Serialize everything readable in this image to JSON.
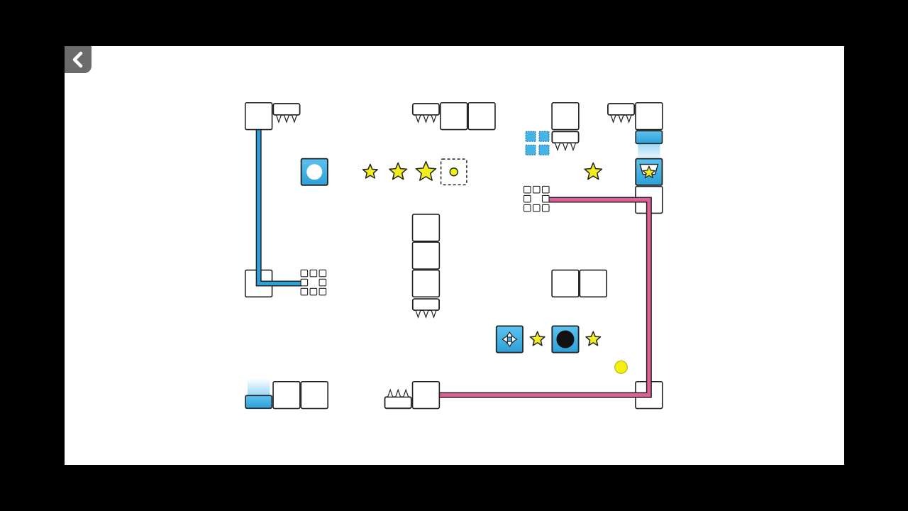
{
  "app": {
    "name": "puzzle-platformer-level"
  },
  "colors": {
    "background_frame": "#000000",
    "stage": "#ffffff",
    "back_button": "#6b6b6b",
    "block_fill": "#ffffff",
    "outline": "#222222",
    "blue_switch": "#2e9fd8",
    "blue_light": "#8fd3f4",
    "pink_wire": "#e0609a",
    "star_fill": "#f2ee1d",
    "ball_fill": "#f3ef0f"
  },
  "controls": {
    "back": {
      "icon": "chevron-left-icon"
    }
  },
  "level": {
    "solid_blocks": [
      {
        "col": 0,
        "row": 0
      },
      {
        "col": 7,
        "row": 0
      },
      {
        "col": 8,
        "row": 0
      },
      {
        "col": 11,
        "row": 0
      },
      {
        "col": 14,
        "row": 0
      },
      {
        "col": 6,
        "row": 4
      },
      {
        "col": 6,
        "row": 5
      },
      {
        "col": 6,
        "row": 6
      },
      {
        "col": 11,
        "row": 6
      },
      {
        "col": 12,
        "row": 6
      },
      {
        "col": 1,
        "row": 10
      },
      {
        "col": 2,
        "row": 10
      },
      {
        "col": 6,
        "row": 10
      }
    ],
    "wire_anchor_blocks": [
      {
        "col": 0,
        "row": 6
      },
      {
        "col": 14,
        "row": 3
      },
      {
        "col": 14,
        "row": 10
      }
    ],
    "spike_blocks": [
      {
        "col": 1,
        "row": 0,
        "dir": "down"
      },
      {
        "col": 6,
        "row": 0,
        "dir": "down"
      },
      {
        "col": 11,
        "row": 1,
        "dir": "down"
      },
      {
        "col": 13,
        "row": 0,
        "dir": "down"
      },
      {
        "col": 6,
        "row": 7,
        "dir": "down"
      },
      {
        "col": 5,
        "row": 10,
        "dir": "up"
      }
    ],
    "stars": [
      {
        "col": 4,
        "row": 2,
        "size": 0.55
      },
      {
        "col": 5,
        "row": 2,
        "size": 0.65
      },
      {
        "col": 6,
        "row": 2,
        "size": 0.75
      },
      {
        "col": 12,
        "row": 2,
        "size": 0.65
      },
      {
        "col": 10,
        "row": 8,
        "size": 0.55
      },
      {
        "col": 12,
        "row": 8,
        "size": 0.55
      }
    ],
    "player_ball": {
      "col": 13,
      "row": 9,
      "size": 0.45
    },
    "coin_slot": {
      "col": 7,
      "row": 2
    },
    "blue_blocks": [
      {
        "col": 2,
        "row": 2,
        "kind": "white-orb",
        "icon": "white-orb-icon"
      },
      {
        "col": 9,
        "row": 8,
        "kind": "four-way-arrows",
        "icon": "four-arrows-icon"
      },
      {
        "col": 11,
        "row": 8,
        "kind": "black-hole",
        "icon": "black-hole-icon"
      },
      {
        "col": 14,
        "row": 2,
        "kind": "star-goal",
        "icon": "star-goal-icon"
      }
    ],
    "bounce_pads": [
      {
        "col": 14,
        "row": 1,
        "glow": "down"
      },
      {
        "col": 0,
        "row": 10,
        "glow": "up"
      }
    ],
    "dotted_blue_cluster": {
      "col": 10,
      "row": 1
    },
    "grid_switches": [
      {
        "col": 2,
        "row": 6
      },
      {
        "col": 10,
        "row": 3
      }
    ],
    "wires": [
      {
        "color": "blue",
        "points": [
          [
            0.5,
            0.8
          ],
          [
            0.5,
            6.5
          ],
          [
            2.05,
            6.5
          ]
        ]
      },
      {
        "color": "pink",
        "points": [
          [
            10.85,
            3.5
          ],
          [
            14.5,
            3.5
          ],
          [
            14.5,
            10.5
          ],
          [
            7.0,
            10.5
          ]
        ]
      }
    ]
  }
}
